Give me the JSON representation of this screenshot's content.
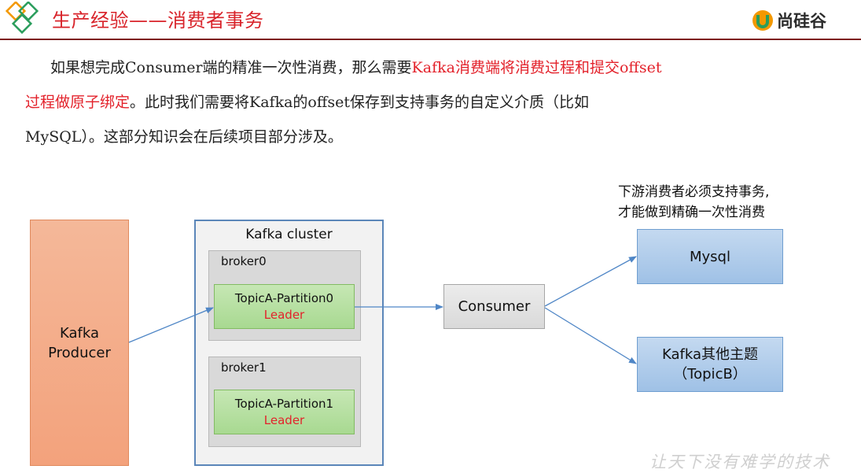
{
  "header": {
    "title": "生产经验——消费者事务",
    "brand": "尚硅谷",
    "logo_color": "#f39800",
    "logo_color2": "#2a9d5c"
  },
  "paragraph": {
    "line1_a": "如果想完成Consumer端的精准一次性消费，那么需要",
    "line1_b": "Kafka消费端将消费过程和提交offset",
    "line2_a": "过程做原子绑定",
    "line2_b": "。此时我们需要将Kafka的offset保存到支持事务的自定义介质（比如",
    "line3": "MySQL）。这部分知识会在后续项目部分涉及。"
  },
  "diagram": {
    "producer_line1": "Kafka",
    "producer_line2": "Producer",
    "cluster_title": "Kafka cluster",
    "broker0": "broker0",
    "broker1": "broker1",
    "partition0": "TopicA-Partition0",
    "partition1": "TopicA-Partition1",
    "leader": "Leader",
    "consumer": "Consumer",
    "note_line1": "下游消费者必须支持事务,",
    "note_line2": "才能做到精确一次性消费",
    "target1": "Mysql",
    "target2_line1": "Kafka其他主题",
    "target2_line2": "（TopicB）"
  },
  "footer": {
    "slogan": "让天下没有难学的技术"
  },
  "colors": {
    "title_red": "#d8232a",
    "arrow_blue": "#4f86c6",
    "leader_red": "#e3222b"
  }
}
